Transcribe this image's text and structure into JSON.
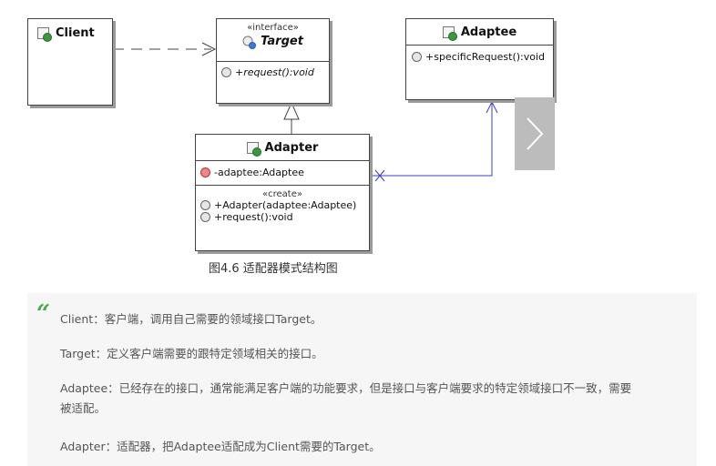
{
  "diagram": {
    "client": {
      "title": "Client"
    },
    "target": {
      "stereotype": "«interface»",
      "title": "Target",
      "method": "+request():void"
    },
    "adaptee": {
      "title": "Adaptee",
      "method": "+specificRequest():void"
    },
    "adapter": {
      "title": "Adapter",
      "field": "-adaptee:Adaptee",
      "stereotype": "«create»",
      "ctor": "+Adapter(adaptee:Adaptee)",
      "method": "+request():void"
    },
    "caption": "图4.6  适配器模式结构图"
  },
  "quote": {
    "mark": "“",
    "lines": [
      "Client：客户端，调用自己需要的领域接口Target。",
      "Target：定义客户端需要的跟特定领域相关的接口。",
      "Adaptee：已经存在的接口，通常能满足客户端的功能要求，但是接口与客户端要求的特定领域接口不一致，需要",
      "被适配。",
      "Adapter：适配器，把Adaptee适配成为Client需要的Target。"
    ]
  },
  "colors": {
    "quote_mark": "#43b047",
    "association": "#3b3bd6",
    "arrow_bg": "#bcbcbc"
  },
  "icons": {
    "class": "class-icon",
    "interface": "interface-icon",
    "next": "chevron-right-icon"
  }
}
